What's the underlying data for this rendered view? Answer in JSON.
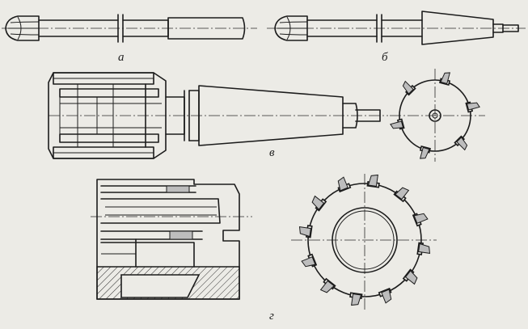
{
  "labels": {
    "a": "а",
    "b": "б",
    "v": "в",
    "g": "г"
  },
  "colors": {
    "background": "#ecebe6",
    "line": "#1c1c1c",
    "insert": "#bdbdbd"
  }
}
